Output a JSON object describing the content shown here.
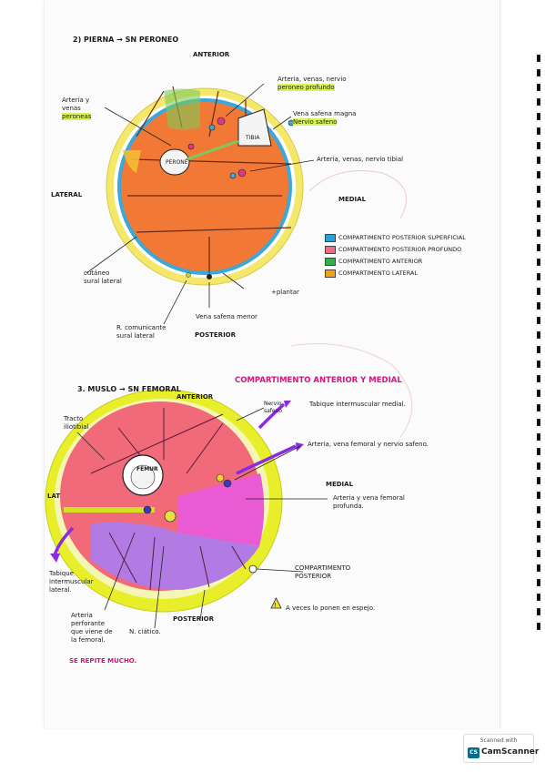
{
  "leg": {
    "title": "2) PIERNA → SN PERONEO",
    "anterior": "ANTERIOR",
    "posterior": "POSTERIOR",
    "lateral": "LATERAL",
    "medial": "MEDIAL",
    "labels": {
      "arteria_venas_nervio_profundo": [
        "Arteria, venas, nervio",
        "peroneo profundo"
      ],
      "arteria_venas_peroneas": [
        "Arteria y",
        "venas",
        "peroneas"
      ],
      "vena_safena_magna": [
        "Vena safena magna",
        "Nervio safeno"
      ],
      "arteria_venas_nervio_tibial": "Arteria, venas, nervio tibial",
      "cutaneo_sural_lateral": [
        "cutáneo",
        "sural lateral"
      ],
      "plantar": "+plantar",
      "vena_safena_menor": "Vena safena menor",
      "r_comunicante": [
        "R. comunicante",
        "sural lateral"
      ],
      "bone_tibia": "TIBIA",
      "bone_perone": "PERONÉ"
    },
    "legend": [
      {
        "color": "#2a9fd6",
        "text": "COMPARTIMENTO POSTERIOR SUPERFICIAL"
      },
      {
        "color": "#f06a8a",
        "text": "COMPARTIMENTO POSTERIOR PROFUNDO"
      },
      {
        "color": "#34b04a",
        "text": "COMPARTIMENTO ANTERIOR"
      },
      {
        "color": "#f2a21a",
        "text": "COMPARTIMENTO LATERAL"
      }
    ]
  },
  "thigh": {
    "title": "3. MUSLO → SN FEMORAL",
    "comp_header": "COMPARTIMENTO ANTERIOR Y MEDIAL",
    "anterior": "ANTERIOR",
    "posterior": "POSTERIOR",
    "lat": "LAT",
    "medial": "MEDIAL",
    "labels": {
      "tracto_iliotibial": [
        "Tracto",
        "iliotibial"
      ],
      "nervio_safeno": [
        "Nervio",
        "safeno"
      ],
      "tabique_medial": "Tabique intermuscular medial.",
      "arteria_vena_femoral": "Arteria, vena femoral y nervio safeno.",
      "arteria_vena_profunda": [
        "Arteria y vena femoral",
        "profunda."
      ],
      "tabique_lateral": [
        "Tabique",
        "intermuscular",
        "lateral."
      ],
      "compartimento_posterior": [
        "COMPARTIMENTO",
        "POSTERIOR"
      ],
      "arteria_perforante": [
        "Arteria",
        "perforante",
        "que viene de",
        "la femoral."
      ],
      "n_ciatico": "N. ciático.",
      "femur": "FÉMUR",
      "note": "A veces lo ponen en espejo.",
      "se_repite": "SE REPITE MUCHO."
    }
  },
  "scanner": {
    "line1": "Scanned with",
    "line2": "CamScanner",
    "logo": "CS"
  }
}
